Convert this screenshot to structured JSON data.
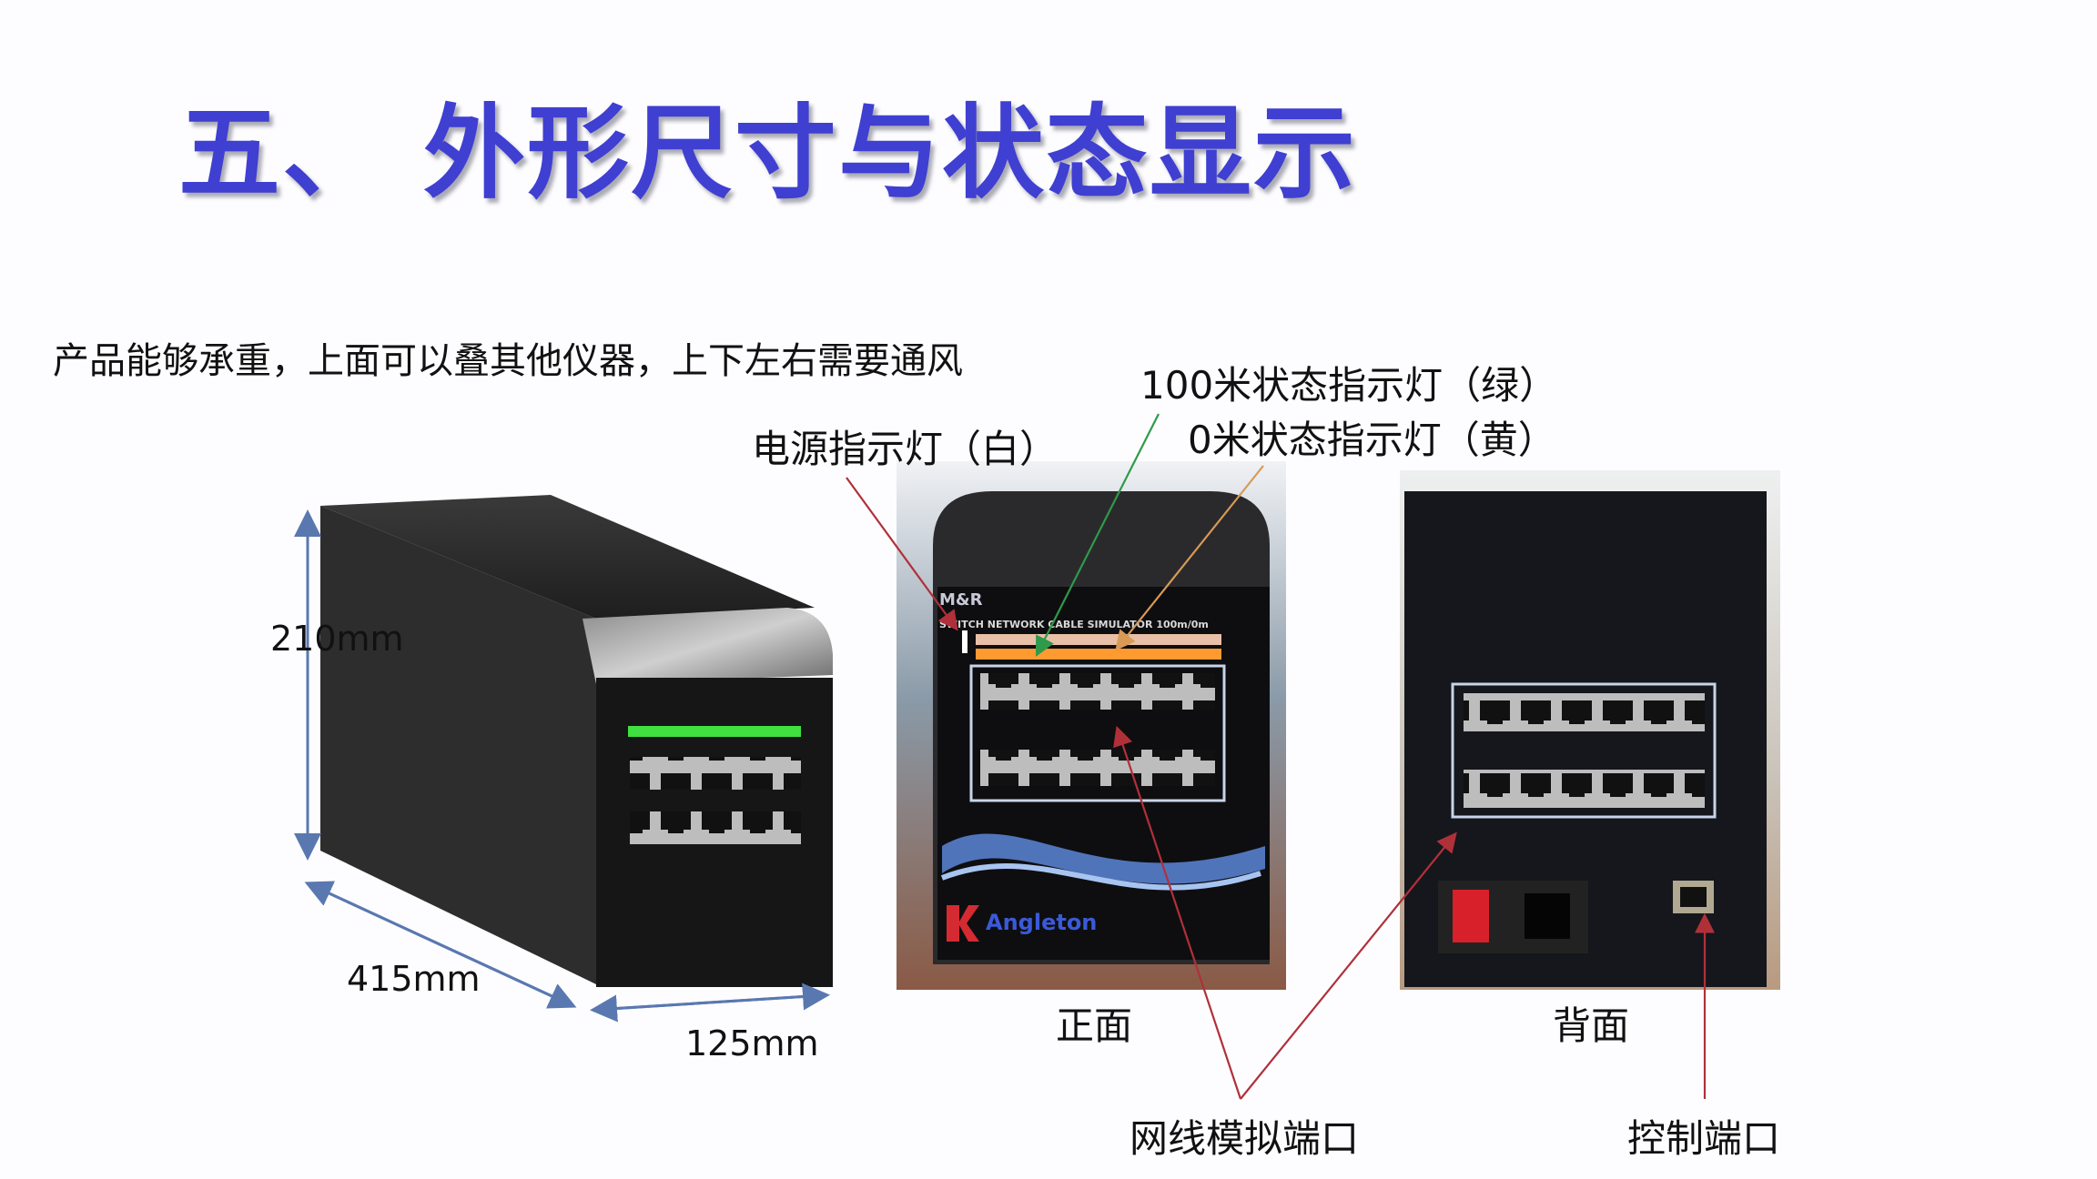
{
  "slide": {
    "title": "五、 外形尺寸与状态显示",
    "subtitle": "产品能够承重，上面可以叠其他仪器，上下左右需要通风"
  },
  "dimensions": {
    "height": "210mm",
    "length": "415mm",
    "width": "125mm"
  },
  "callouts": {
    "led_100m": "100米状态指示灯（绿）",
    "led_0m": "0米状态指示灯（黄）",
    "power_led": "电源指示灯（白）",
    "cable_ports": "网线模拟端口",
    "control_port": "控制端口"
  },
  "photos": {
    "front_caption": "正面",
    "back_caption": "背面",
    "front_brand": "M&R",
    "front_model": "SWITCH NETWORK CABLE SIMULATOR  100m/0m",
    "front_logo": "Angleton"
  },
  "colors": {
    "title": "#3f3fd2",
    "arrow_red": "#b0303a",
    "arrow_green": "#2e9a4a",
    "arrow_orange": "#d89a55",
    "dimension_line": "#5a78b0",
    "led_green": "#3fe040",
    "led_orange": "#ff9a30"
  }
}
